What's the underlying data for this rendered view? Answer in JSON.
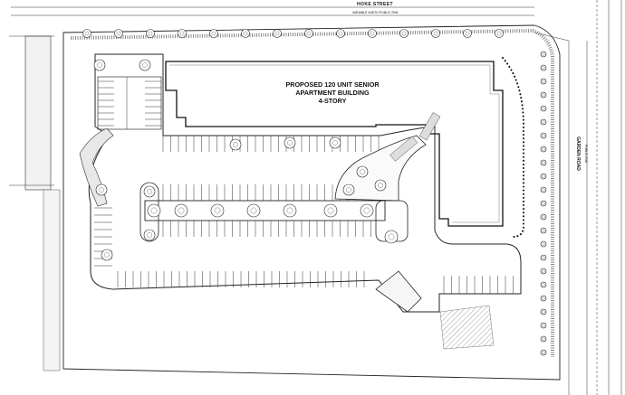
{
  "streets": {
    "top_name": "HOKE STREET",
    "top_sub": "VARIABLE WIDTH PUBLIC R/W",
    "right_name": "GARDEN ROAD",
    "right_sub": "PUBLIC R/W"
  },
  "building": {
    "line1": "PROPOSED 120 UNIT SENIOR",
    "line2": "APARTMENT BUILDING",
    "line3": "4-STORY"
  }
}
